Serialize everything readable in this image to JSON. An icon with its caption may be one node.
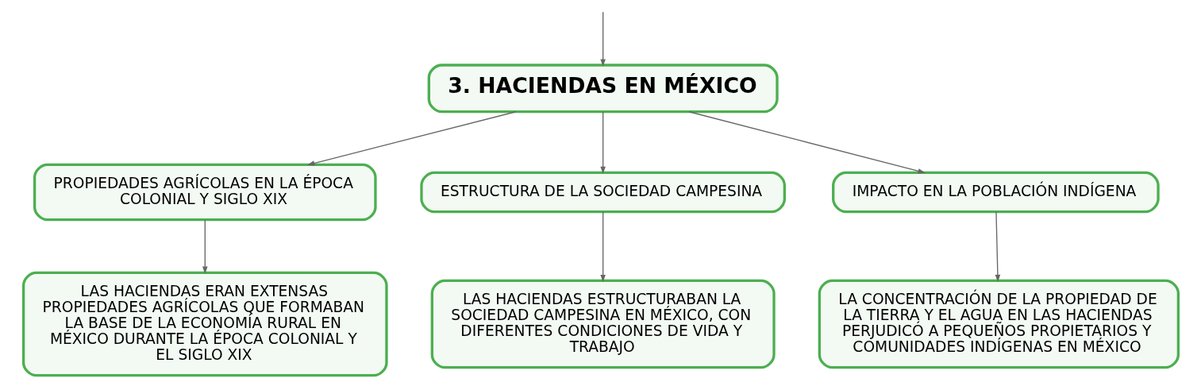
{
  "diagram": {
    "nodes": [
      {
        "text": [
          "3. HACIENDAS EN MÉXICO"
        ]
      },
      {
        "text": [
          "PROPIEDADES AGRÍCOLAS EN LA ÉPOCA COLONIAL Y SIGLO XIX"
        ]
      },
      {
        "text": [
          "ESTRUCTURA DE LA SOCIEDAD CAMPESINA"
        ]
      },
      {
        "text": [
          "IMPACTO EN LA POBLACIÓN INDÍGENA"
        ]
      },
      {
        "text": [
          "LAS HACIENDAS ERAN EXTENSAS PROPIEDADES AGRÍCOLAS QUE FORMABAN LA BASE DE LA ECONOMÍA RURAL EN MÉXICO DURANTE LA ÉPOCA COLONIAL Y EL SIGLO XIX"
        ]
      },
      {
        "text": [
          "LAS HACIENDAS ESTRUCTURABAN LA SOCIEDAD CAMPESINA EN MÉXICO, CON DIFERENTES CONDICIONES DE VIDA Y TRABAJO"
        ]
      },
      {
        "text": [
          "LA CONCENTRACIÓN DE LA PROPIEDAD DE LA TIERRA Y EL AGUA EN LAS HACIENDAS PERJUDICÓ A PEQUEÑOS PROPIETARIOS Y COMUNIDADES INDÍGENAS EN MÉXICO"
        ]
      }
    ],
    "edges": [
      {
        "from": null,
        "to": 0,
        "arrow": "to"
      },
      {
        "from": 0,
        "to": 1,
        "arrow": "to"
      },
      {
        "from": 0,
        "to": 2,
        "arrow": "to"
      },
      {
        "from": 0,
        "to": 3,
        "arrow": "to"
      },
      {
        "from": 1,
        "to": 4,
        "arrow": "to"
      },
      {
        "from": 2,
        "to": 5,
        "arrow": "to"
      },
      {
        "from": 3,
        "to": 6,
        "arrow": "to"
      }
    ]
  }
}
